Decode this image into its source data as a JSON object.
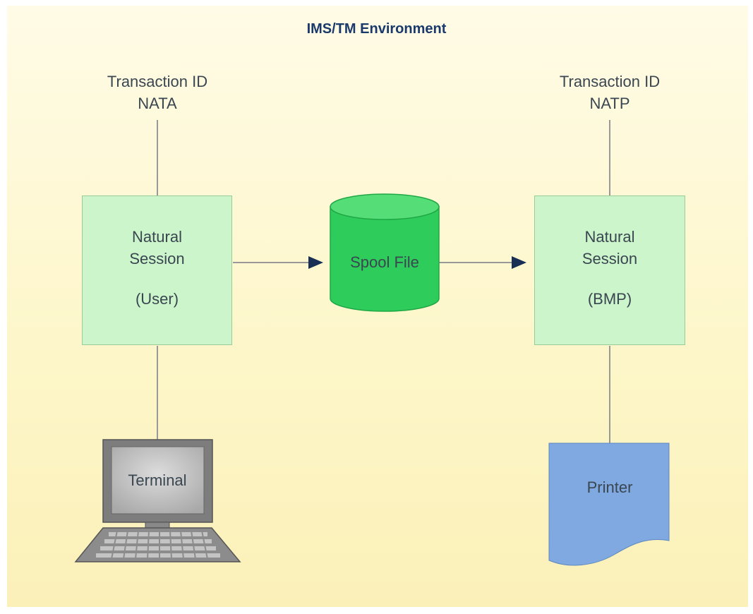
{
  "title": "IMS/TM Environment",
  "colors": {
    "background": "#fdf6c8",
    "session_box": "#ccf5cc",
    "session_border": "#99cc99",
    "spool": "#2ecc5a",
    "spool_top": "#55dd77",
    "printer": "#7fa9e0",
    "terminal": "#9a9a9a",
    "line": "#999999",
    "arrow": "#1a2f55"
  },
  "left": {
    "transaction_label": "Transaction ID",
    "transaction_id": "NATA",
    "session_line1": "Natural",
    "session_line2": "Session",
    "session_type": "(User)",
    "device_label": "Terminal",
    "device_icon": "terminal-icon"
  },
  "center": {
    "spool_label": "Spool File",
    "spool_icon": "database-cylinder-icon"
  },
  "right": {
    "transaction_label": "Transaction ID",
    "transaction_id": "NATP",
    "session_line1": "Natural",
    "session_line2": "Session",
    "session_type": "(BMP)",
    "device_label": "Printer",
    "device_icon": "document-icon"
  }
}
